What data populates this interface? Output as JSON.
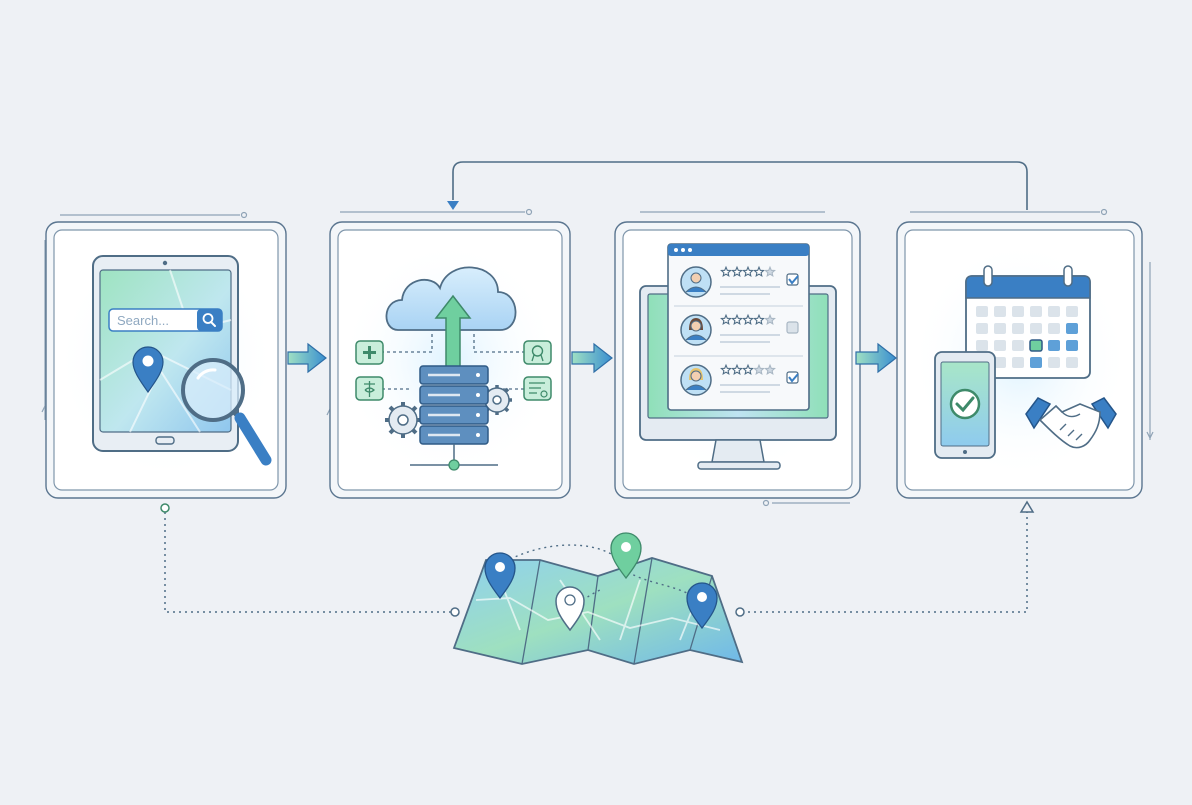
{
  "search": {
    "placeholder": "Search..."
  },
  "steps": [
    {
      "id": "search",
      "icon": "tablet-search-icon"
    },
    {
      "id": "cloud-data",
      "icon": "cloud-server-icon"
    },
    {
      "id": "reviews",
      "icon": "monitor-review-icon"
    },
    {
      "id": "booking",
      "icon": "calendar-handshake-icon"
    }
  ],
  "reviews": [
    {
      "stars": 4,
      "checked": true
    },
    {
      "stars": 4,
      "checked": false
    },
    {
      "stars": 3,
      "checked": true
    }
  ],
  "colors": {
    "background": "#eef1f5",
    "line": "#4f6d86",
    "blue": "#3a7fc4",
    "green": "#5fbf8f",
    "light_blue": "#cfe6f7",
    "light_green": "#c9eedb"
  }
}
